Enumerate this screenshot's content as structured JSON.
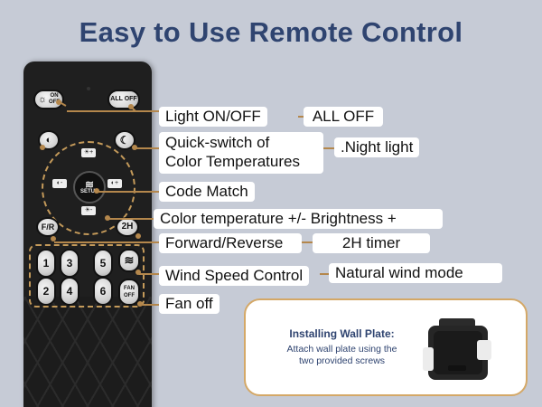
{
  "title": "Easy to Use Remote Control",
  "remote": {
    "light_on_off": {
      "top": "ON",
      "bottom": "OFF"
    },
    "all_off": "ALL OFF",
    "setup": "SETUP",
    "fr": "F/R",
    "timer_2h": "2H",
    "keys": [
      "1",
      "3",
      "5",
      "2",
      "4",
      "6"
    ],
    "fan_off": {
      "top": "FAN",
      "bottom": "OFF"
    }
  },
  "labels": {
    "light_on_off": "Light ON/OFF",
    "all_off": "ALL OFF",
    "quick_switch_1": "Quick-switch of",
    "quick_switch_2": "Color Temperatures",
    "night_light": ".Night light",
    "code_match": "Code Match",
    "color_temp": "Color temperature +/-",
    "brightness": "Brightness +",
    "forward_reverse": "Forward/Reverse",
    "timer_2h": "2H timer",
    "wind_speed": "Wind Speed Control",
    "natural_wind": "Natural wind mode",
    "fan_off": "Fan off"
  },
  "wall_plate": {
    "title": "Installing Wall Plate:",
    "description_1": "Attach wall plate using the",
    "description_2": "two provided screws"
  },
  "colors": {
    "title": "#2f4470",
    "background": "#c6cbd6",
    "accent": "#b4874c"
  }
}
